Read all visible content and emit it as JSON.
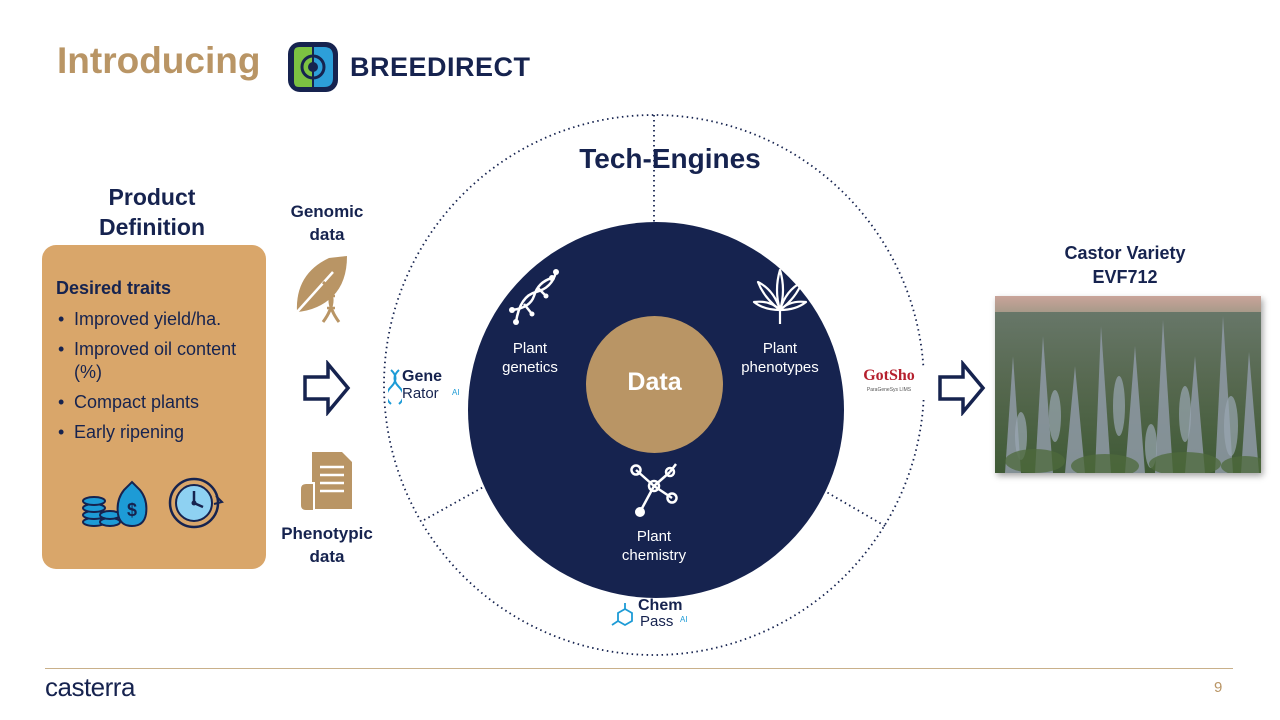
{
  "title": "Introducing",
  "brand": {
    "name": "BREEDIRECT"
  },
  "product_definition": {
    "heading_line1": "Product",
    "heading_line2": "Definition",
    "traits_title": "Desired traits",
    "traits": [
      "Improved yield/ha.",
      "Improved oil content (%)",
      "Compact plants",
      "Early ripening"
    ]
  },
  "inputs": {
    "genomic_line1": "Genomic",
    "genomic_line2": "data",
    "phenotypic_line1": "Phenotypic",
    "phenotypic_line2": "data"
  },
  "tech_engines": {
    "title": "Tech-Engines",
    "center": "Data",
    "genetics_line1": "Plant",
    "genetics_line2": "genetics",
    "phenotypes_line1": "Plant",
    "phenotypes_line2": "phenotypes",
    "chemistry_line1": "Plant",
    "chemistry_line2": "chemistry",
    "tools": {
      "generator_main1": "Gene",
      "generator_main2": "Rator",
      "generator_ai": "AI",
      "gotsho": "GotSho",
      "gotsho_sub": "ParaGeneSys LIMS",
      "chempass_main1": "Chem",
      "chempass_main2": "Pass",
      "chempass_ai": "AI"
    }
  },
  "output": {
    "title_line1": "Castor Variety",
    "title_line2": "EVF712"
  },
  "footer": {
    "logo": "casterra",
    "page_number": "9"
  },
  "colors": {
    "navy": "#16234f",
    "gold": "#b99565",
    "tan": "#d9a66a",
    "light_blue": "#1d9bd6"
  }
}
